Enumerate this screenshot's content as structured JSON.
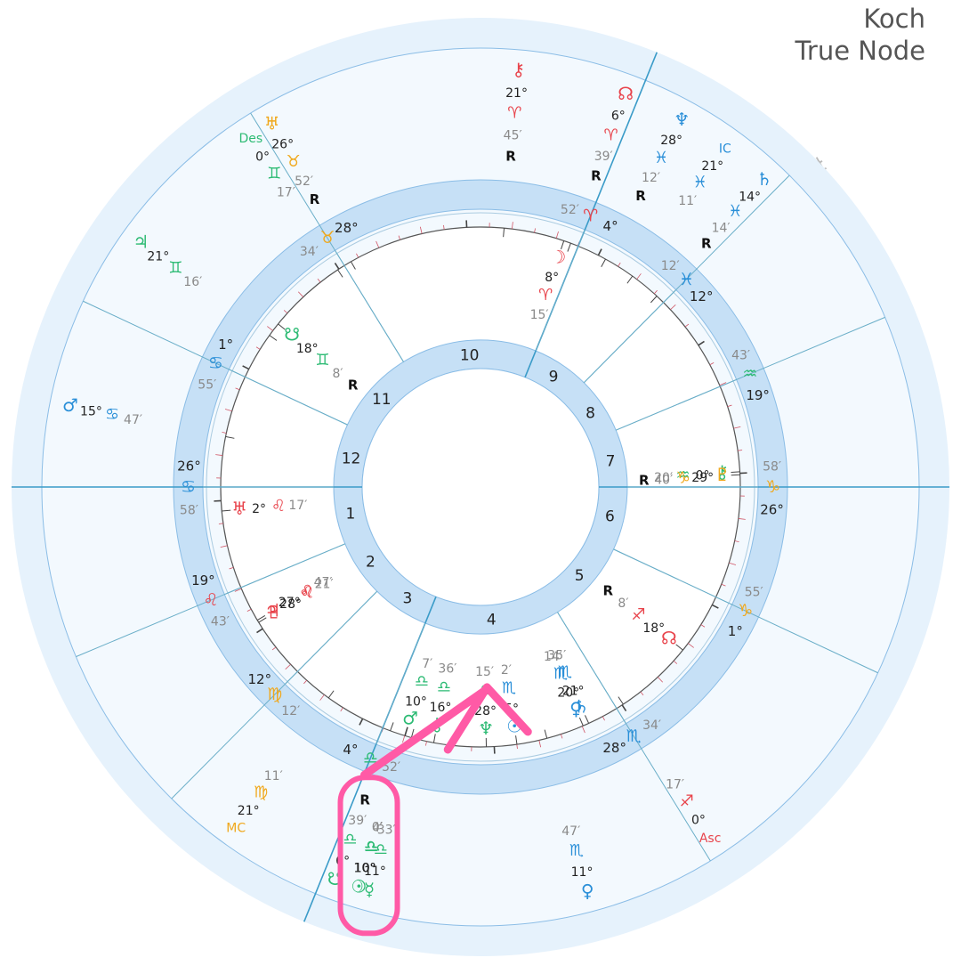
{
  "header": {
    "system": "Koch",
    "node": "True Node"
  },
  "watermark": "若道",
  "colors": {
    "ring_fill": "#c6e0f6",
    "ring_stroke": "#8bbde6",
    "bg_disc": "#e6f2fc",
    "line": "#6aaec8",
    "axis": "#3a9bc8",
    "annotation": "#ff5aa6",
    "fire": "#e8434b",
    "earth": "#f0a81c",
    "air": "#2dbb74",
    "water": "#2a8fd8"
  },
  "chart_data": {
    "type": "astrology_synastry_wheel",
    "house_system": "Koch",
    "houses": [
      {
        "number": "1",
        "label": "1"
      },
      {
        "number": "2",
        "label": "2"
      },
      {
        "number": "3",
        "label": "3"
      },
      {
        "number": "4",
        "label": "4"
      },
      {
        "number": "5",
        "label": "5"
      },
      {
        "number": "6",
        "label": "6"
      },
      {
        "number": "7",
        "label": "7"
      },
      {
        "number": "8",
        "label": "8"
      },
      {
        "number": "9",
        "label": "9"
      },
      {
        "number": "10",
        "label": "10"
      },
      {
        "number": "11",
        "label": "11"
      },
      {
        "number": "12",
        "label": "12"
      }
    ],
    "cusps": [
      {
        "id": "c1",
        "deg": "26°",
        "sign": "cancer",
        "min": "58′"
      },
      {
        "id": "c2",
        "deg": "19°",
        "sign": "leo",
        "min": "43′"
      },
      {
        "id": "c3",
        "deg": "12°",
        "sign": "virgo",
        "min": "12′"
      },
      {
        "id": "c4",
        "deg": "4°",
        "sign": "libra",
        "min": "52′"
      },
      {
        "id": "c5",
        "deg": "28°",
        "sign": "scorpio",
        "min": "34′"
      },
      {
        "id": "c6",
        "deg": "1°",
        "sign": "capricorn",
        "min": "55′"
      },
      {
        "id": "c7",
        "deg": "26°",
        "sign": "capricorn",
        "min": "58′"
      },
      {
        "id": "c8",
        "deg": "19°",
        "sign": "aquarius",
        "min": "43′"
      },
      {
        "id": "c9",
        "deg": "12°",
        "sign": "pisces",
        "min": "12′"
      },
      {
        "id": "c10",
        "deg": "4°",
        "sign": "aries",
        "min": "52′"
      },
      {
        "id": "c11",
        "deg": "28°",
        "sign": "taurus",
        "min": "34′"
      },
      {
        "id": "c12",
        "deg": "1°",
        "sign": "cancer",
        "min": "55′"
      }
    ],
    "inner_planets": [
      {
        "id": "moon",
        "glyph": "moon",
        "deg": "8°",
        "sign": "aries",
        "min": "15′"
      },
      {
        "id": "south-node",
        "glyph": "south-node",
        "deg": "18°",
        "sign": "gemini",
        "min": "8′",
        "retro": "R"
      },
      {
        "id": "uranus",
        "glyph": "uranus",
        "deg": "2°",
        "sign": "leo",
        "min": "17′"
      },
      {
        "id": "jupiter",
        "glyph": "jupiter",
        "deg": "27°",
        "sign": "leo",
        "min": "47′"
      },
      {
        "id": "pluto",
        "glyph": "pluto",
        "deg": "28°",
        "sign": "leo",
        "min": "21′"
      },
      {
        "id": "mars",
        "glyph": "mars",
        "deg": "10°",
        "sign": "libra",
        "min": "7′"
      },
      {
        "id": "chiron",
        "glyph": "chiron",
        "deg": "16°",
        "sign": "libra",
        "min": "36′"
      },
      {
        "id": "neptune",
        "glyph": "neptune",
        "deg": "28°",
        "sign": "libra",
        "min": "15′"
      },
      {
        "id": "sun",
        "glyph": "sun",
        "deg": "5°",
        "sign": "scorpio",
        "min": "2′"
      },
      {
        "id": "venus",
        "glyph": "venus",
        "deg": "20°",
        "sign": "scorpio",
        "min": "14′"
      },
      {
        "id": "saturn",
        "glyph": "saturn",
        "deg": "21°",
        "sign": "scorpio",
        "min": "35′"
      },
      {
        "id": "north-node",
        "glyph": "north-node",
        "deg": "18°",
        "sign": "sagittarius",
        "min": "8′",
        "retro": "R"
      },
      {
        "id": "chiron2",
        "glyph": "chiron",
        "deg": "0°",
        "sign": "aquarius",
        "min": "20′"
      },
      {
        "id": "pluto2",
        "glyph": "pluto",
        "deg": "29°",
        "sign": "capricorn",
        "min": "40′",
        "retro": "R"
      }
    ],
    "outer_planets": [
      {
        "id": "chiron",
        "glyph": "chiron",
        "deg": "21°",
        "sign": "aries",
        "min": "45′",
        "retro": "R"
      },
      {
        "id": "north-node",
        "glyph": "north-node",
        "deg": "6°",
        "sign": "aries",
        "min": "39′",
        "retro": "R"
      },
      {
        "id": "neptune",
        "glyph": "neptune",
        "deg": "28°",
        "sign": "pisces",
        "min": "12′",
        "retro": "R"
      },
      {
        "id": "ic",
        "glyph": "IC",
        "deg": "21°",
        "sign": "pisces",
        "min": "11′"
      },
      {
        "id": "saturn",
        "glyph": "saturn",
        "deg": "14°",
        "sign": "pisces",
        "min": "14′",
        "retro": "R"
      },
      {
        "id": "uranus",
        "glyph": "uranus",
        "deg": "26°",
        "sign": "taurus",
        "min": "52′",
        "retro": "R"
      },
      {
        "id": "descendant",
        "glyph": "Des",
        "deg": "0°",
        "sign": "gemini",
        "min": "17′"
      },
      {
        "id": "jupiter",
        "glyph": "jupiter",
        "deg": "21°",
        "sign": "gemini",
        "min": "16′"
      },
      {
        "id": "mars",
        "glyph": "mars",
        "deg": "15°",
        "sign": "cancer",
        "min": "47′"
      },
      {
        "id": "midheaven",
        "glyph": "MC",
        "deg": "21°",
        "sign": "virgo",
        "min": "11′"
      },
      {
        "id": "south-node",
        "glyph": "south-node",
        "deg": "6°",
        "sign": "libra",
        "min": "39′",
        "retro": "R"
      },
      {
        "id": "sun",
        "glyph": "sun",
        "deg": "10°",
        "sign": "libra",
        "min": "4′"
      },
      {
        "id": "moon",
        "glyph": "moon",
        "deg": "10°",
        "sign": "libra",
        "min": "0′"
      },
      {
        "id": "mercury",
        "glyph": "mercury",
        "deg": "11°",
        "sign": "libra",
        "min": "33′"
      },
      {
        "id": "venus",
        "glyph": "venus",
        "deg": "11°",
        "sign": "scorpio",
        "min": "47′"
      },
      {
        "id": "ascendant",
        "glyph": "Asc",
        "deg": "0°",
        "sign": "sagittarius",
        "min": "17′"
      }
    ],
    "annotations": [
      {
        "type": "arrow",
        "target": "inner-neptune"
      },
      {
        "type": "circle",
        "target": "outer-moon"
      }
    ]
  }
}
